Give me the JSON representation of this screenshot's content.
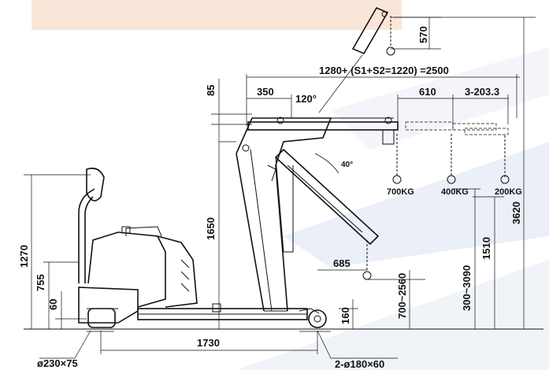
{
  "dimensions": {
    "top_hook_height": "570",
    "boom_length_formula": "1280+ (S1+S2=1220) =2500",
    "offset_350": "350",
    "tilt_angle_120": "120°",
    "offset_85": "85",
    "spacing_610": "610",
    "spacing_3x203": "3-203.3",
    "boom_angle_40": "40°",
    "load_700": "700KG",
    "load_400": "400KG",
    "load_200": "200KG",
    "height_1650": "1650",
    "height_1270": "1270",
    "height_755": "755",
    "height_60": "60",
    "reach_685": "685",
    "range_700_2560": "700~2560",
    "range_300_3090": "300~3090",
    "height_1510": "1510",
    "height_3620": "3620",
    "height_160": "160",
    "length_1730": "1730",
    "drive_wheel": "ø230×75",
    "front_wheels": "2-ø180×60"
  },
  "colors": {
    "line": "#111111",
    "watermark_orange": "#f6c9a8",
    "watermark_blue": "#dde3f0"
  }
}
